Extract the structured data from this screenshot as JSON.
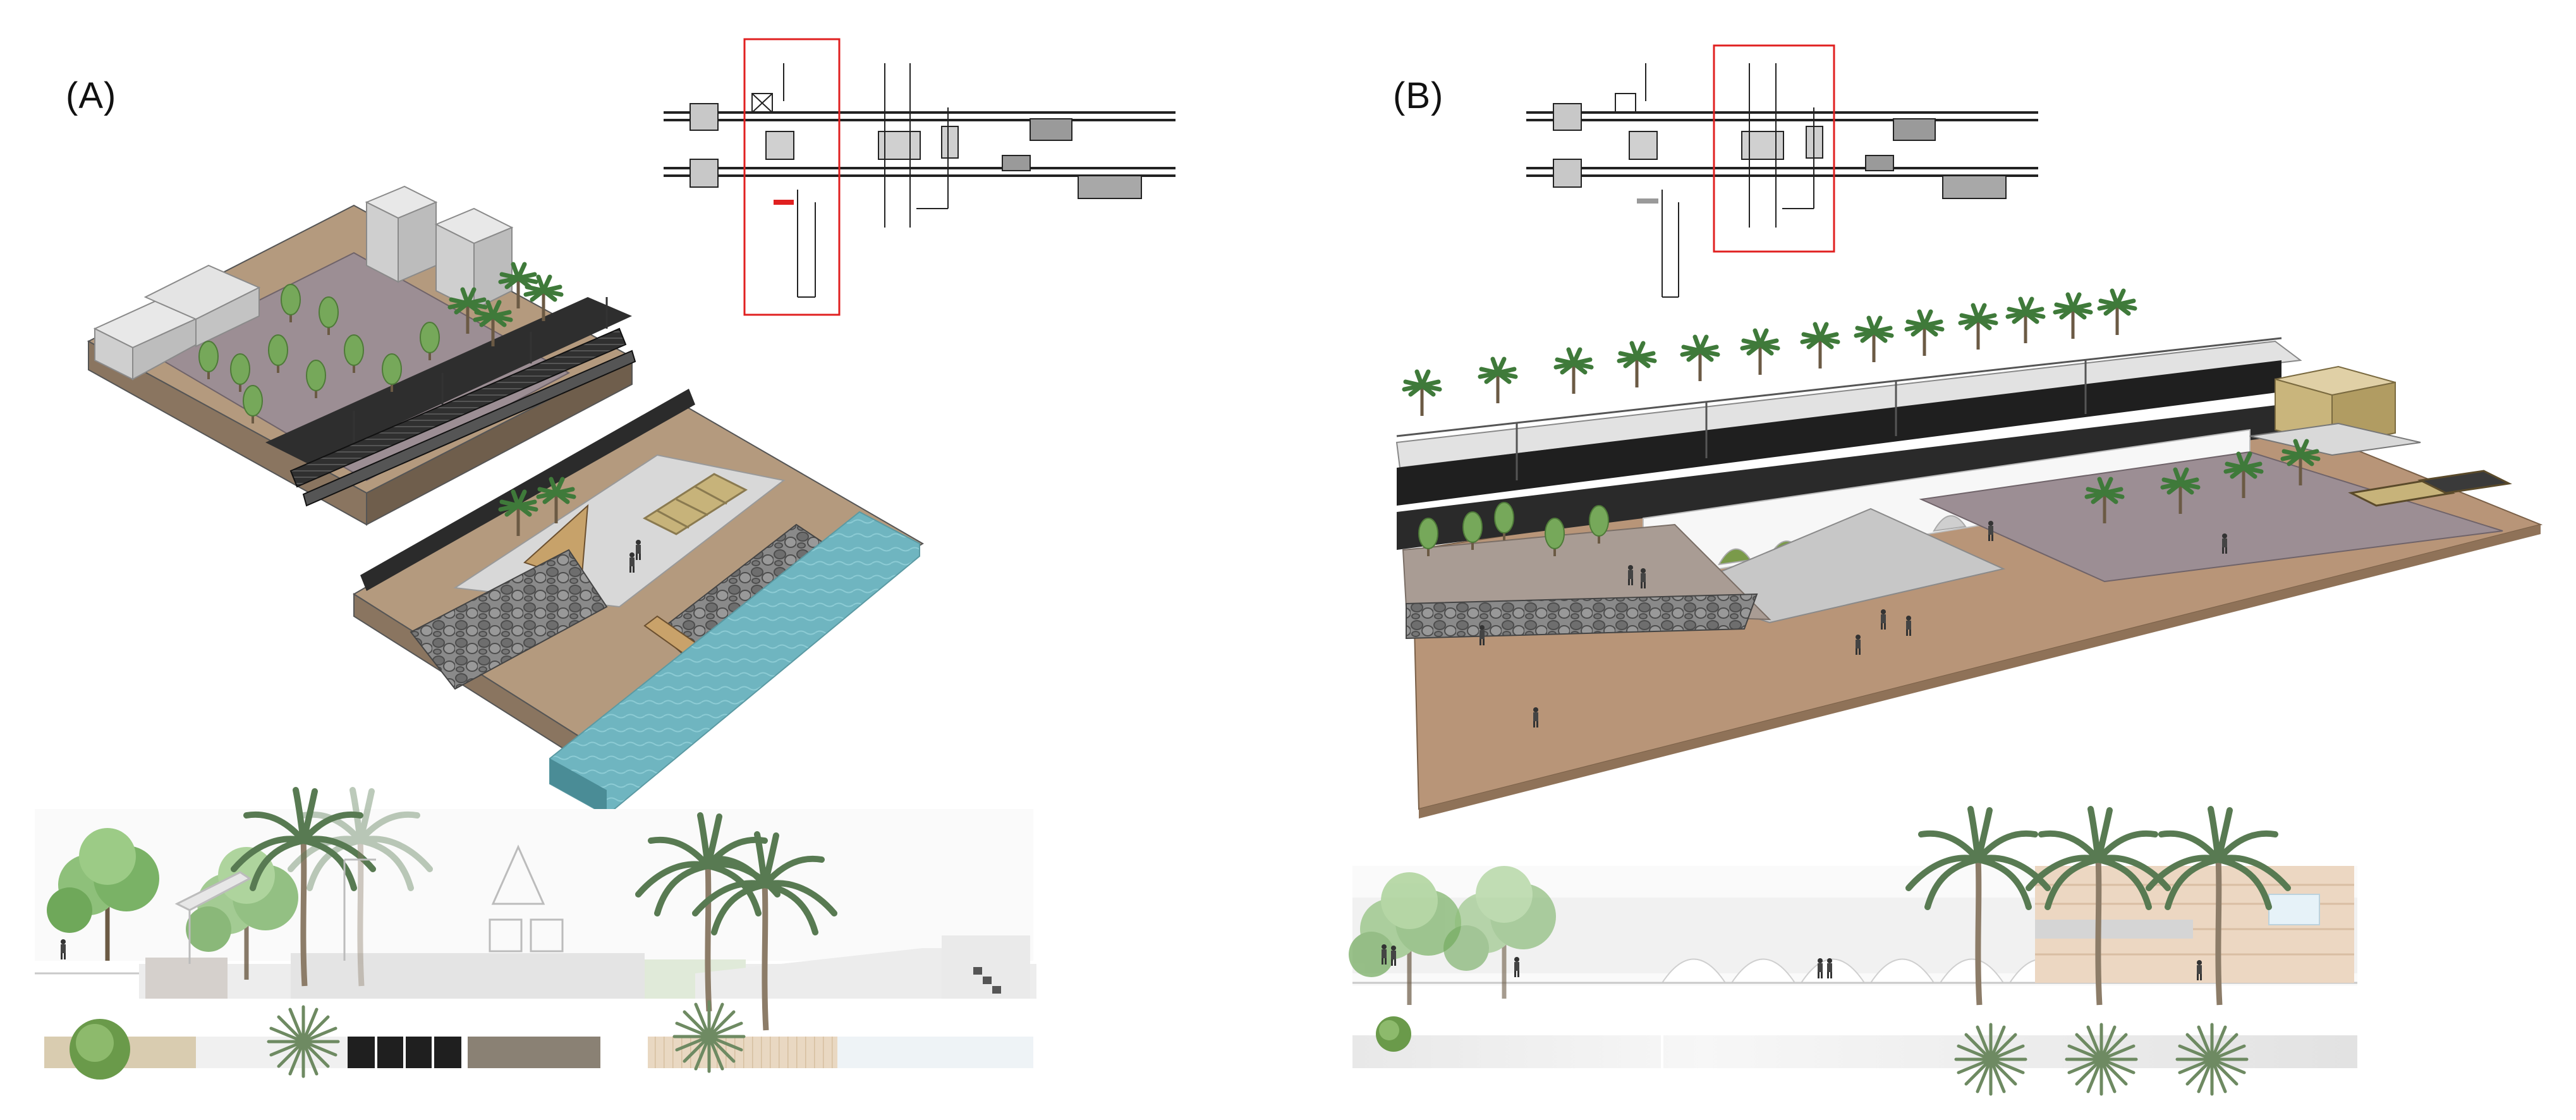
{
  "figure": {
    "panels": [
      {
        "id": "A",
        "label": "(A)"
      },
      {
        "id": "B",
        "label": "(B)"
      }
    ]
  },
  "colors": {
    "highlight_frame": "#e02020",
    "highlight_marker": "#e02020",
    "sea": "#6fb5c0",
    "sand": "#b89578",
    "plaza_paving": "#9c8e94",
    "platform_dark": "#2a2a2a",
    "rock": "#7a7a7a",
    "building_grey": "#d6d6d6",
    "tree_green": "#6a9a4a",
    "palm_green": "#4f7a45",
    "pergola_wood": "#c7b37a"
  },
  "icons": [
    "palm-tree-icon",
    "deciduous-tree-icon",
    "pedestrian-figure-icon",
    "train-catenary-icon"
  ]
}
